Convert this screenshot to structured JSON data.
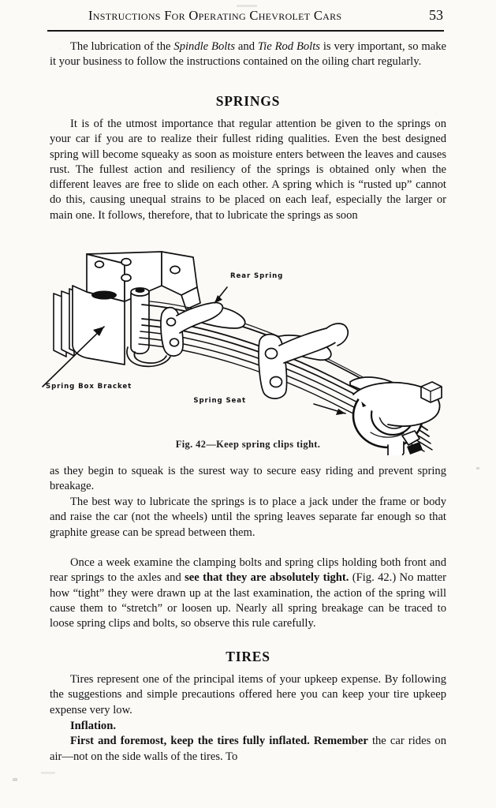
{
  "page": {
    "running_head": "Instructions for Operating Chevrolet Cars",
    "page_number": "53"
  },
  "body": {
    "intro_paragraph_pre": "The lubrication of the ",
    "intro_italic_1": "Spindle Bolts",
    "intro_paragraph_mid": " and ",
    "intro_italic_2": "Tie Rod Bolts",
    "intro_paragraph_post": " is very important, so make it your business to follow the instructions contained on the oiling chart regularly.",
    "springs_heading": "SPRINGS",
    "springs_paragraph_1": "It is of the utmost importance that regular attention be given to the springs on your car if you are to realize their fullest riding qualities.  Even the best designed spring will become squeaky as soon as moisture enters between the leaves and causes rust.  The fullest action and resiliency of the springs is obtained only when the different leaves are free to slide on each other. A spring which is “rusted up” cannot do this, causing unequal strains to be placed on each leaf, especially the larger or main one.  It follows, therefore, that to lubricate the springs as soon",
    "springs_paragraph_2": "as they begin to squeak is the surest way to secure easy riding and prevent spring breakage.",
    "springs_paragraph_3": "The best way to lubricate the springs is to place a jack under the frame or body and raise the car (not the wheels) until the spring leaves separate far enough so that graphite grease can be spread between them.",
    "springs_paragraph_4_pre": "Once a week examine the clamping bolts and spring clips holding both front and rear springs to the axles and ",
    "springs_paragraph_4_bold": "see that they are absolutely tight.",
    "springs_paragraph_4_post": "  (Fig. 42.)  No matter how “tight” they were drawn up at the last examination, the action of the spring will cause them to “stretch” or loosen up.  Nearly all spring breakage can be traced to loose spring clips and bolts, so observe this rule carefully.",
    "tires_heading": "TIRES",
    "tires_paragraph_1": "Tires represent one of the principal items of your upkeep expense.  By following the suggestions and simple precautions offered here you can keep your tire upkeep expense very low.",
    "inflation_heading": "Inflation.",
    "inflation_paragraph_bold": "First and foremost, keep the tires fully inflated.  Remember",
    "inflation_paragraph_rest": " the car rides on air—not on the side walls of the tires.   To"
  },
  "figure": {
    "caption": "Fig. 42—Keep spring clips tight.",
    "labels": {
      "rear_spring": "Rear Spring",
      "spring_box_bracket": "Spring Box Bracket",
      "spring_seat": "Spring Seat"
    },
    "alt": "Line drawing of a rear leaf spring assembly showing the spring box bracket at the left, the multi-leaf rear spring, U-bolt spring clips, and the spring seat clamped around the rear axle housing at the right."
  },
  "colors": {
    "paper": "#fbfaf7",
    "ink": "#131313",
    "rule": "#171717"
  }
}
